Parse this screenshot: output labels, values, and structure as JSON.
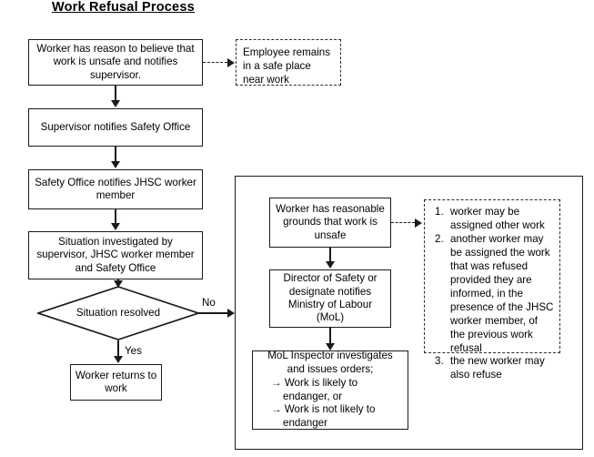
{
  "title": "Work Refusal Process",
  "flow": {
    "box_worker_reason": "Worker has reason to believe that work is unsafe and notifies supervisor.",
    "note_safe_place": "Employee remains in a safe place near work",
    "box_supervisor_notifies": "Supervisor notifies Safety Office",
    "box_safety_office_notifies": "Safety Office notifies JHSC worker member",
    "box_situation_investigated": "Situation investigated by supervisor, JHSC worker member and Safety Office",
    "decision_situation_resolved": "Situation resolved",
    "label_no": "No",
    "label_yes": "Yes",
    "box_worker_returns": "Worker returns to work"
  },
  "panel": {
    "box_reasonable_grounds": "Worker has reasonable grounds that work is unsafe",
    "box_director_notifies": "Director of Safety or designate notifies Ministry of Labour (MoL)",
    "mol": {
      "heading_line1": "MoL Inspector investigates",
      "heading_line2": "and issues orders;",
      "bullets": [
        "→ Work is likely to endanger, or",
        "→ Work is not likely to endanger"
      ]
    },
    "options": [
      {
        "num": "1.",
        "text": "worker may be assigned other work"
      },
      {
        "num": "2.",
        "text": "another worker may be assigned the work that was refused provided they are informed, in the presence of the JHSC worker member, of the previous work refusal"
      },
      {
        "num": "3.",
        "text": "the new worker may also refuse"
      }
    ]
  },
  "colors": {
    "stroke": "#1a1a1a",
    "background": "#ffffff",
    "text": "#000000"
  }
}
